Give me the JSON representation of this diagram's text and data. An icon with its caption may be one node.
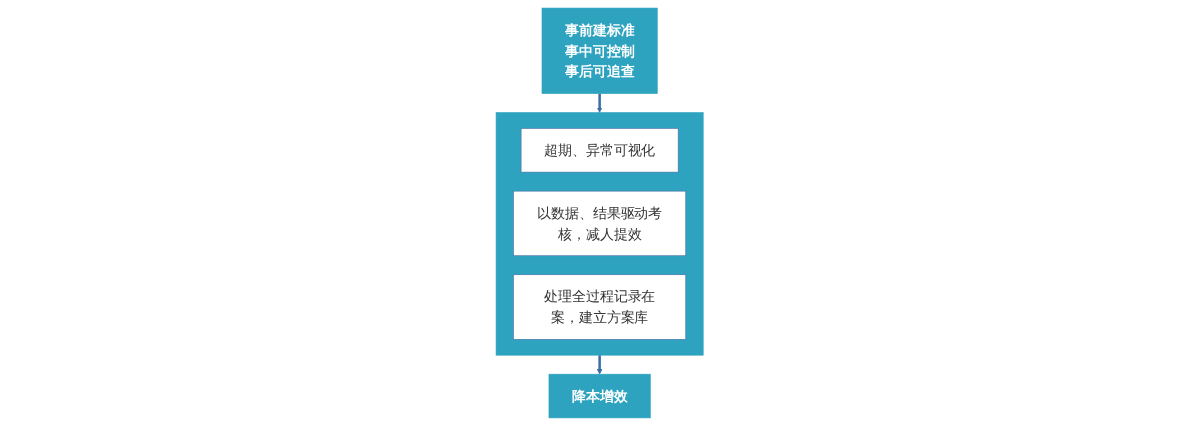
{
  "diagram": {
    "nodes": [
      {
        "text": [
          "事前建标准",
          "事中可控制",
          "事后可追查"
        ]
      },
      {
        "text": [],
        "shape": "box"
      },
      {
        "text": [
          "超期、异常可视化"
        ],
        "in": 1
      },
      {
        "text": [
          "以数据、结果驱动考核，减人提效"
        ],
        "in": 1
      },
      {
        "text": [
          "处理全过程记录在案，建立方案库"
        ],
        "in": 1
      },
      {
        "text": [
          "降本增效"
        ]
      }
    ],
    "edges": [
      {
        "from": 0,
        "to": 1,
        "arrow": "to"
      },
      {
        "from": 1,
        "to": 5,
        "arrow": "to"
      }
    ]
  }
}
